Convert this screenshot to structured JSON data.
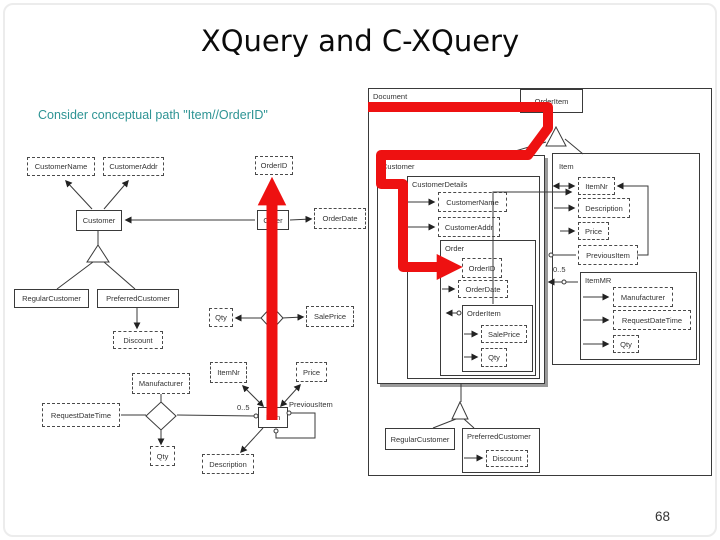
{
  "slide": {
    "title": "XQuery and C-XQuery",
    "subtitle": "Consider conceptual path \"Item//OrderID\"",
    "page_number": "68"
  },
  "colors": {
    "highlight_red": "#ee1111",
    "subtitle_teal": "#2e9494"
  },
  "er_diagram": {
    "customer": "Customer",
    "customer_name": "CustomerName",
    "customer_addr": "CustomerAddr",
    "regular_customer": "RegularCustomer",
    "preferred_customer": "PreferredCustomer",
    "discount": "Discount",
    "order": "Order",
    "order_id": "OrderID",
    "order_date": "OrderDate",
    "qty_order_item": "Qty",
    "sale_price": "SalePrice",
    "item": "Item",
    "item_nr": "ItemNr",
    "price": "Price",
    "description": "Description",
    "previous_item": "PreviousItem",
    "manufacturer": "Manufacturer",
    "request_date_time": "RequestDateTime",
    "qty_item_mfr": "Qty",
    "cardinality_0_5": "0..5",
    "isa_symbol": "⊕"
  },
  "xml_diagram": {
    "document": "Document",
    "order_item_ref": "OrderItem",
    "customer": "Customer",
    "customer_details": "CustomerDetails",
    "customer_name": "CustomerName",
    "customer_addr": "CustomerAddr",
    "order": "Order",
    "order_id": "OrderID",
    "order_date": "OrderDate",
    "order_item": "OrderItem",
    "sale_price": "SalePrice",
    "qty_order_item": "Qty",
    "regular_customer": "RegularCustomer",
    "preferred_customer": "PreferredCustomer",
    "discount": "Discount",
    "item": "Item",
    "item_nr": "ItemNr",
    "description": "Description",
    "price": "Price",
    "previous_item": "PreviousItem",
    "item_mr": "ItemMR",
    "manufacturer": "Manufacturer",
    "request_date_time": "RequestDateTime",
    "qty_item_mr": "Qty",
    "cardinality_0_5": "0..5",
    "isa_symbol": "⊕"
  }
}
